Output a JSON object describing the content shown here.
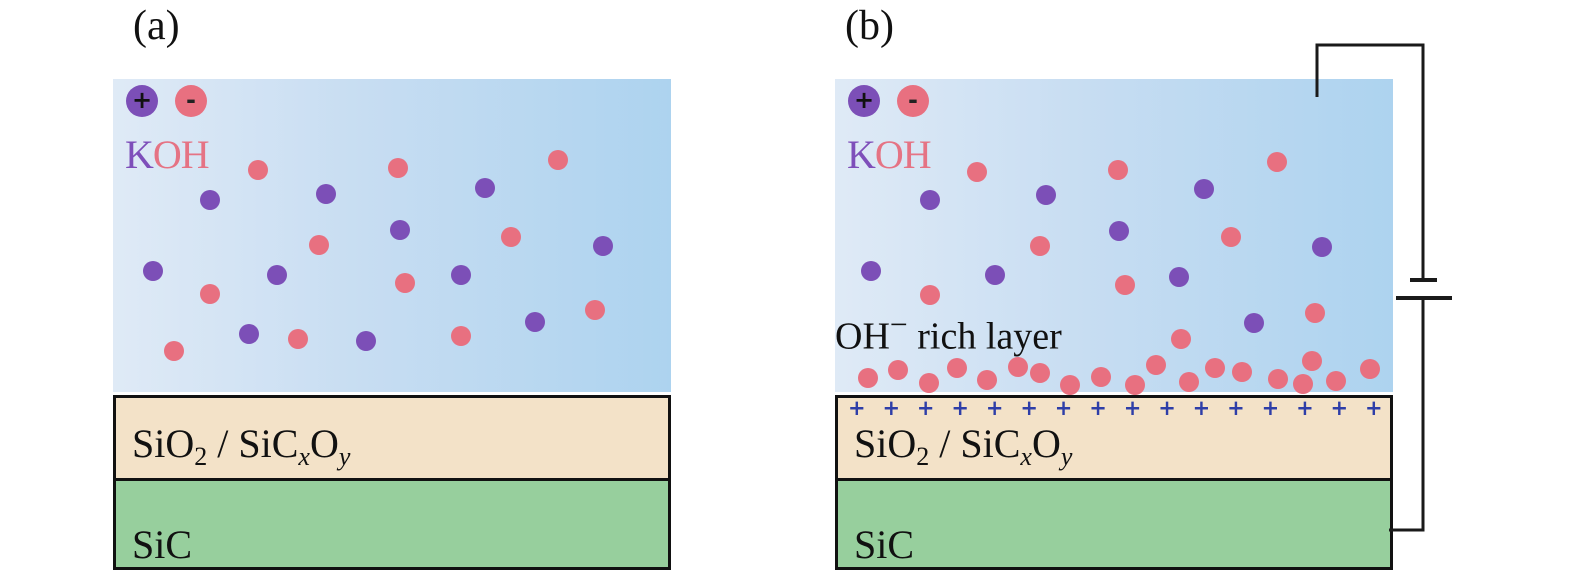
{
  "panels": {
    "a": {
      "label": "(a)",
      "legend": {
        "cation_symbol": "+",
        "anion_symbol": "-"
      },
      "electrolyte": {
        "k": "K",
        "oh": "OH"
      },
      "oxide_layer": {
        "base": "SiO",
        "sub1": "2",
        "mid": " / SiC",
        "sub2": "x",
        "mid2": "O",
        "sub3": "y"
      },
      "substrate_layer": "SiC"
    },
    "b": {
      "label": "(b)",
      "legend": {
        "cation_symbol": "+",
        "anion_symbol": "-"
      },
      "electrolyte": {
        "k": "K",
        "oh": "OH"
      },
      "rich_layer": {
        "prefix": "OH",
        "sup": "−",
        "suffix": " rich layer"
      },
      "oxide_layer": {
        "base": "SiO",
        "sub1": "2",
        "mid": " / SiC",
        "sub2": "x",
        "mid2": "O",
        "sub3": "y"
      },
      "substrate_layer": "SiC",
      "surface_charge_symbol": "+",
      "surface_charge_count": 16
    }
  },
  "colors": {
    "k_ion": "#7c4fb7",
    "oh_ion": "#e87080",
    "oxide": "#f3e2c8",
    "substrate": "#97cf9d",
    "surface_charge": "#2e3ea8",
    "solution_left": "#dfeaf6",
    "solution_right": "#add3ef"
  }
}
